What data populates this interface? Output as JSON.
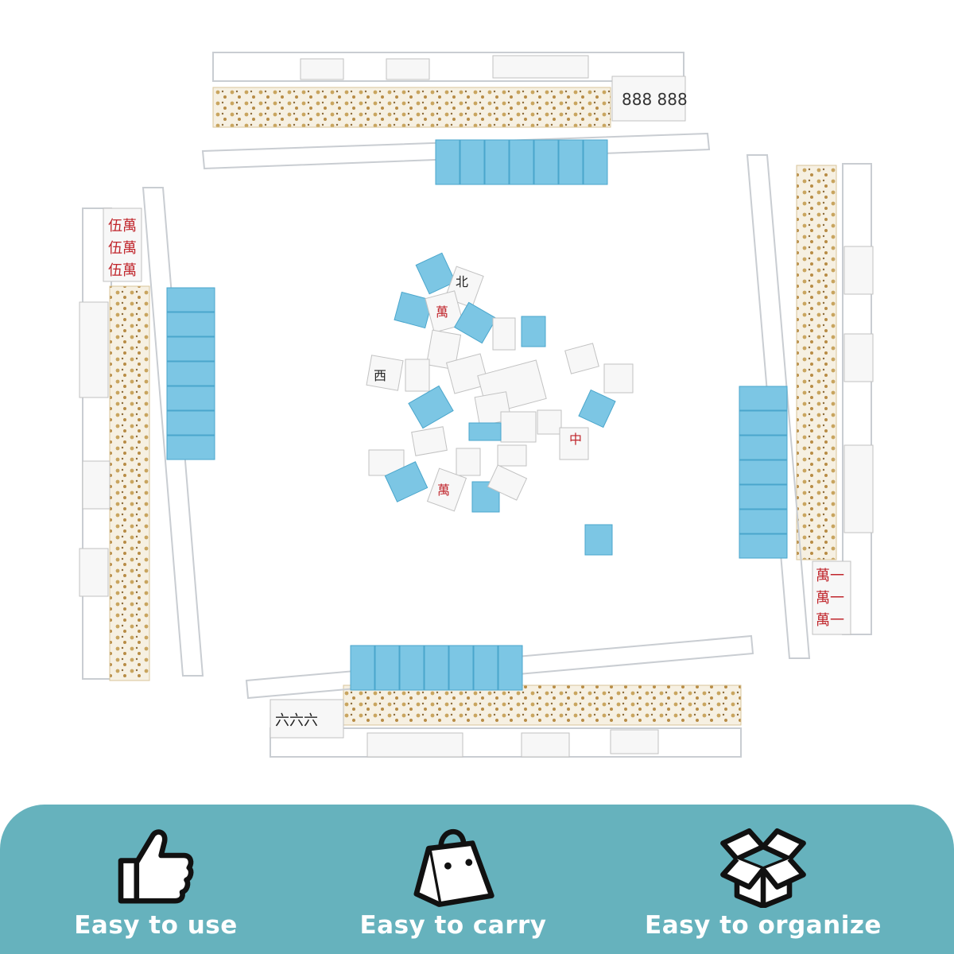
{
  "features": [
    {
      "icon": "thumbs-up-icon",
      "label": "Easy to use"
    },
    {
      "icon": "shopping-bag-icon",
      "label": "Easy to carry"
    },
    {
      "icon": "open-box-icon",
      "label": "Easy to organize"
    }
  ],
  "colors": {
    "banner": "#66b2bd",
    "tile_back": "#7cc6e4",
    "label_text": "#ffffff"
  }
}
